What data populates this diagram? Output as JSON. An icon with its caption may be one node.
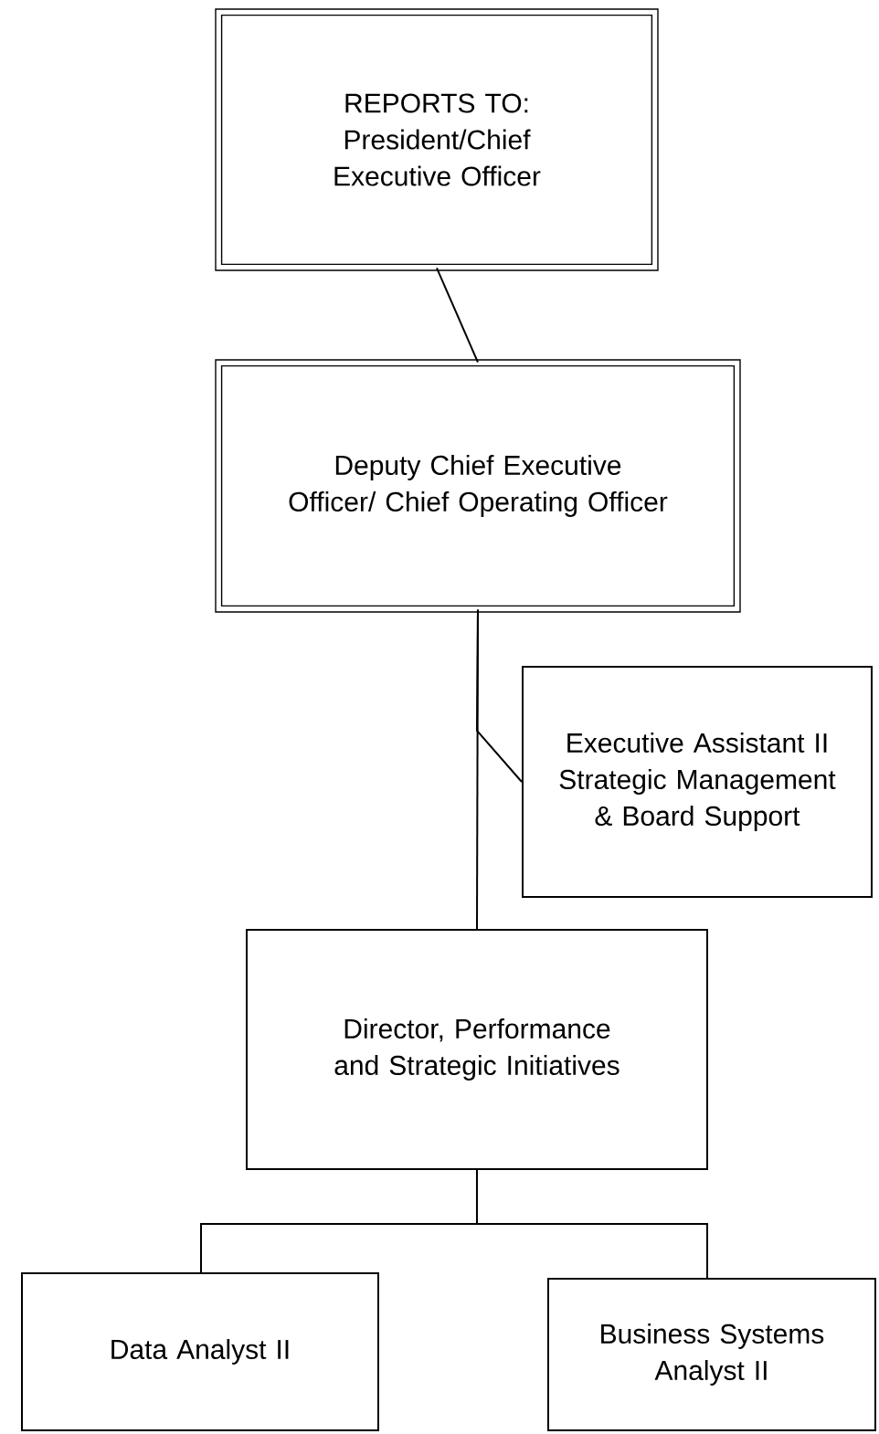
{
  "diagram": {
    "nodes": [
      {
        "text": [
          "REPORTS TO:",
          "President/Chief Executive Officer"
        ]
      },
      {
        "text": [
          "Deputy Chief Executive Officer/ Chief Operating Officer"
        ]
      },
      {
        "text": [
          "Executive Assistant II Strategic Management & Board Support"
        ]
      },
      {
        "text": [
          "Director, Performance and Strategic Initiatives"
        ]
      },
      {
        "text": [
          "Data Analyst II"
        ]
      },
      {
        "text": [
          "Business Systems Analyst II"
        ]
      }
    ],
    "edges": [
      {
        "from": 0,
        "to": 1,
        "arrow": "none"
      },
      {
        "from": 1,
        "to": 2,
        "arrow": "none"
      },
      {
        "from": 1,
        "to": 3,
        "arrow": "none"
      },
      {
        "from": 3,
        "to": 4,
        "arrow": "none"
      },
      {
        "from": 3,
        "to": 5,
        "arrow": "none"
      }
    ]
  }
}
